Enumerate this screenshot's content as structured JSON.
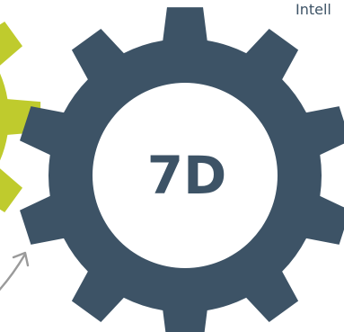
{
  "diagram": {
    "main_gear": {
      "label": "7D",
      "teeth": 10,
      "color": "#3d5366"
    },
    "side_gear": {
      "color": "#bfcb2d"
    },
    "arrow": {
      "color": "#9a9a9a",
      "icon": "curved-arrow-icon"
    },
    "corner_text": "Intell",
    "background": "#ffffff"
  }
}
